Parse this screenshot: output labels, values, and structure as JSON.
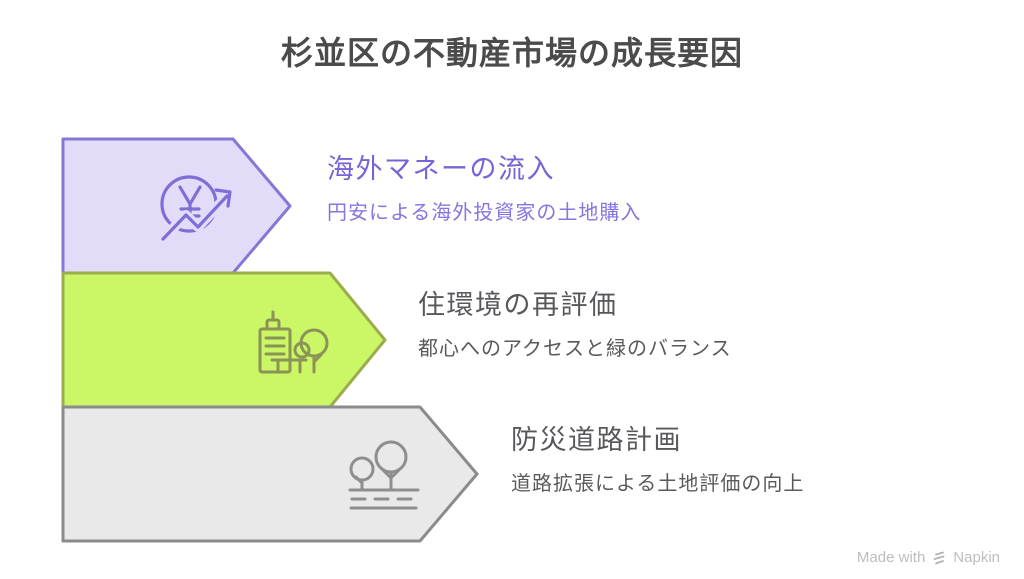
{
  "title": {
    "text": "杉並区の不動産市場の成長要因",
    "color": "#4b4b4b"
  },
  "items": [
    {
      "heading": "海外マネーの流入",
      "subtitle": "円安による海外投資家の土地購入",
      "icon": "yen-trend-icon",
      "colors": {
        "fill": "#e2dcf9",
        "border": "#8577d6",
        "icon": "#7e6ed6",
        "heading": "#7765d8",
        "subtitle": "#8476e0"
      }
    },
    {
      "heading": "住環境の再評価",
      "subtitle": "都心へのアクセスと緑のバランス",
      "icon": "building-tree-icon",
      "colors": {
        "fill": "#cbf767",
        "border": "#9aad4d",
        "icon": "#8b9356",
        "heading": "#57585c",
        "subtitle": "#595a5c"
      }
    },
    {
      "heading": "防災道路計画",
      "subtitle": "道路拡張による土地評価の向上",
      "icon": "trees-ground-icon",
      "colors": {
        "fill": "#e9e9e9",
        "border": "#8b8b8b",
        "icon": "#8e8e8e",
        "heading": "#57585c",
        "subtitle": "#595a5c"
      }
    }
  ],
  "watermark": {
    "prefix": "Made with",
    "brand": "Napkin",
    "text_color": "#bdbdbd",
    "logo_color": "#b3b3b3"
  }
}
